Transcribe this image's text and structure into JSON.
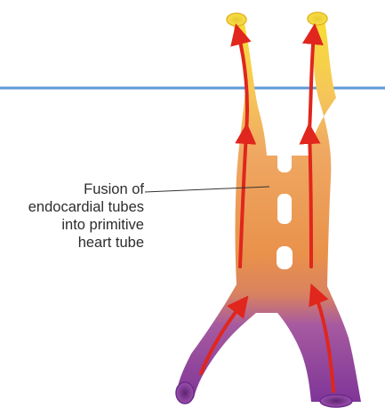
{
  "caption": {
    "lines": [
      "Fusion of",
      "endocardial tubes",
      "into primitive",
      "heart tube"
    ]
  },
  "colors": {
    "guide_line": "#5b9bd8",
    "leader_line": "#333333",
    "tube_top": "#f7df35",
    "tube_mid": "#f0ad62",
    "tube_orange": "#e9914b",
    "tube_bottom": "#8a3c9d",
    "flow_arrow": "#e0261d",
    "window": "#ffffff"
  }
}
